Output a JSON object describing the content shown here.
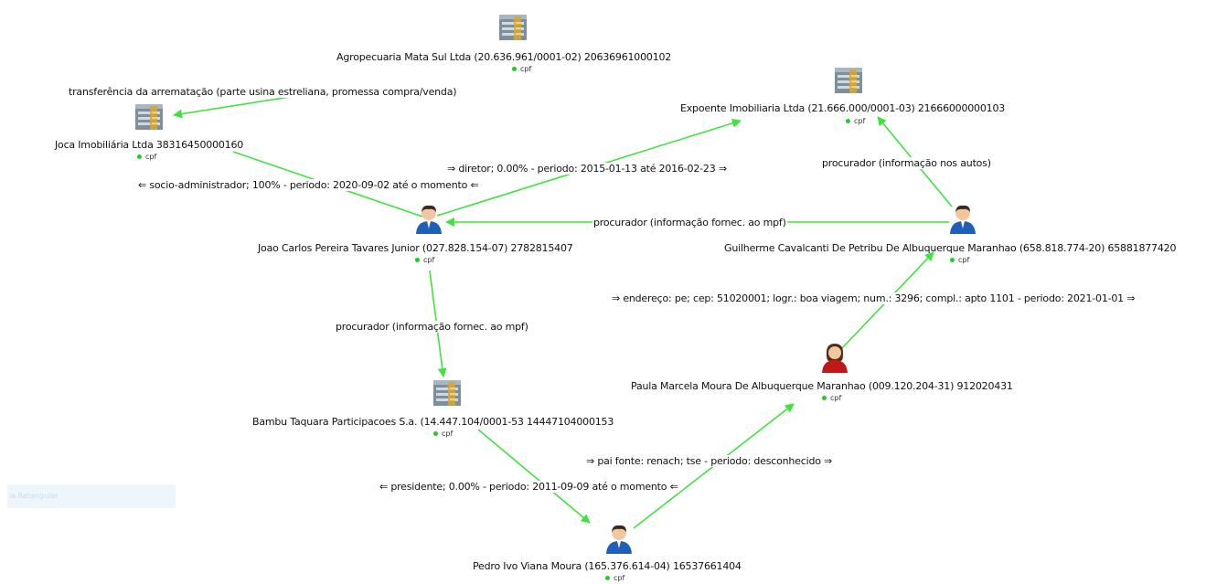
{
  "nodes": [
    {
      "id": "agropecuaria",
      "type": "company",
      "label": "Agropecuaria Mata Sul Ltda (20.636.961/0001-02) 20636961000102",
      "tag": "cpf"
    },
    {
      "id": "joca",
      "type": "company",
      "label": "Joca Imobiliária Ltda 38316450000160",
      "tag": "cpf"
    },
    {
      "id": "expoente",
      "type": "company",
      "label": "Expoente Imobiliaria Ltda (21.666.000/0001-03) 21666000000103",
      "tag": "cpf"
    },
    {
      "id": "joao",
      "type": "person-male",
      "label": "Joao Carlos Pereira Tavares Junior (027.828.154-07) 2782815407",
      "tag": "cpf"
    },
    {
      "id": "guilherme",
      "type": "person-male",
      "label": "Guilherme Cavalcanti De Petribu De Albuquerque Maranhao (658.818.774-20) 65881877420",
      "tag": "cpf"
    },
    {
      "id": "paula",
      "type": "person-female",
      "label": "Paula Marcela Moura De Albuquerque Maranhao (009.120.204-31) 912020431",
      "tag": "cpf"
    },
    {
      "id": "bambu",
      "type": "company",
      "label": "Bambu Taquara Participacoes S.a. (14.447.104/0001-53 14447104000153",
      "tag": "cpf"
    },
    {
      "id": "pedro",
      "type": "person-male",
      "label": "Pedro Ivo Viana Moura (165.376.614-04) 16537661404",
      "tag": "cpf"
    }
  ],
  "edges": [
    {
      "id": "agro-joca",
      "label": "transferência da arrematação (parte usina estreliana, promessa compra/venda)"
    },
    {
      "id": "joca-joao",
      "label": "⇐ socio-administrador;  100% - periodo: 2020-09-02 até o momento ⇐"
    },
    {
      "id": "joao-expoente",
      "label": "⇒ diretor; 0.00% - periodo: 2015-01-13 até 2016-02-23 ⇒"
    },
    {
      "id": "guilherme-expoente",
      "label": "procurador (informação nos autos)"
    },
    {
      "id": "guilherme-joao",
      "label": "procurador (informação fornec. ao mpf)"
    },
    {
      "id": "joao-bambu",
      "label": "procurador (informação fornec. ao mpf)"
    },
    {
      "id": "paula-guilherme",
      "label": "⇒ endereço: pe; cep: 51020001; logr.: boa viagem; num.: 3296; compl.: apto 1101 - periodo: 2021-01-01 ⇒"
    },
    {
      "id": "pedro-paula",
      "label": "⇒ pai fonte: renach; tse - periodo: desconhecido ⇒"
    },
    {
      "id": "bambu-pedro",
      "label": "⇐ presidente; 0.00% - periodo: 2011-09-09 até o momento ⇐"
    }
  ],
  "status_fragment": "la Retangular",
  "colors": {
    "edge": "#3ee33e",
    "dot": "#22cc22",
    "male": "#1f5fb8",
    "female": "#c01818"
  }
}
